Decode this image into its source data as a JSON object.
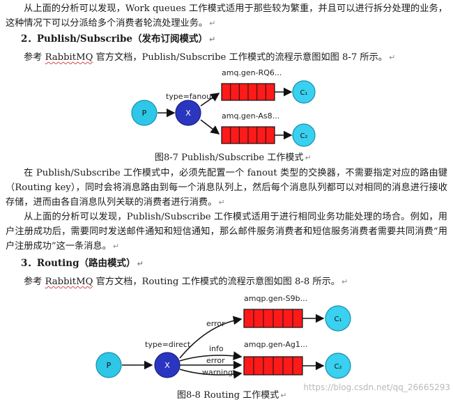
{
  "para_intro": "从上面的分析可以发现，Work queues 工作模式适用于那些较为繁重，并且可以进行拆分处理的业务，这种情况下可以分派给多个消费者轮流处理业务。",
  "heading2": "2．Publish/Subscribe（发布订阅模式）",
  "ref2_pre": "参考 ",
  "rabbit": "RabbitMQ",
  "ref2_post": " 官方文档，Publish/Subscribe 工作模式的流程示意图如图 8-7 所示。",
  "fig87": {
    "producer": "P",
    "exchange": "X",
    "exchange_type": "type=fanout",
    "queue1": "amq.gen-RQ6...",
    "queue2": "amq.gen-As8...",
    "consumer1": "C₁",
    "consumer2": "C₂",
    "caption": "图8-7  Publish/Subscribe 工作模式"
  },
  "para_pubsub1": "在 Publish/Subscribe 工作模式中，必须先配置一个 fanout 类型的交换器，不需要指定对应的路由键（Routing key），同时会将消息路由到每一个消息队列上，然后每个消息队列都可以对相同的消息进行接收存储，进而由各自消息队列关联的消费者进行消费。",
  "para_pubsub2": "从上面的分析可以发现，Publish/Subscribe 工作模式适用于进行相同业务功能处理的场合。例如，用户注册成功后，需要同时发送邮件通知和短信通知，那么邮件服务消费者和短信服务消费者需要共同消费“用户注册成功”这一条消息。",
  "heading3": "3．Routing（路由模式）",
  "ref3_pre": "参考 ",
  "ref3_post": " 官方文档，Routing 工作模式的流程示意图如图 8-8 所示。",
  "fig88": {
    "producer": "P",
    "exchange": "X",
    "exchange_type": "type=direct",
    "queue1": "amqp.gen-S9b...",
    "queue2": "amqp.gen-Ag1...",
    "key_error_top": "error",
    "key_info": "info",
    "key_error": "error",
    "key_warning": "warning",
    "consumer1": "C₁",
    "consumer2": "C₂",
    "caption": "图8-8  Routing 工作模式"
  },
  "return_mark": "↵",
  "watermark": "https://blog.csdn.net/qq_26665293",
  "colors": {
    "producer": "#2ec7e8",
    "exchange": "#2b36c0",
    "queue": "#ff1a1a",
    "consumer": "#3ad0ef"
  }
}
